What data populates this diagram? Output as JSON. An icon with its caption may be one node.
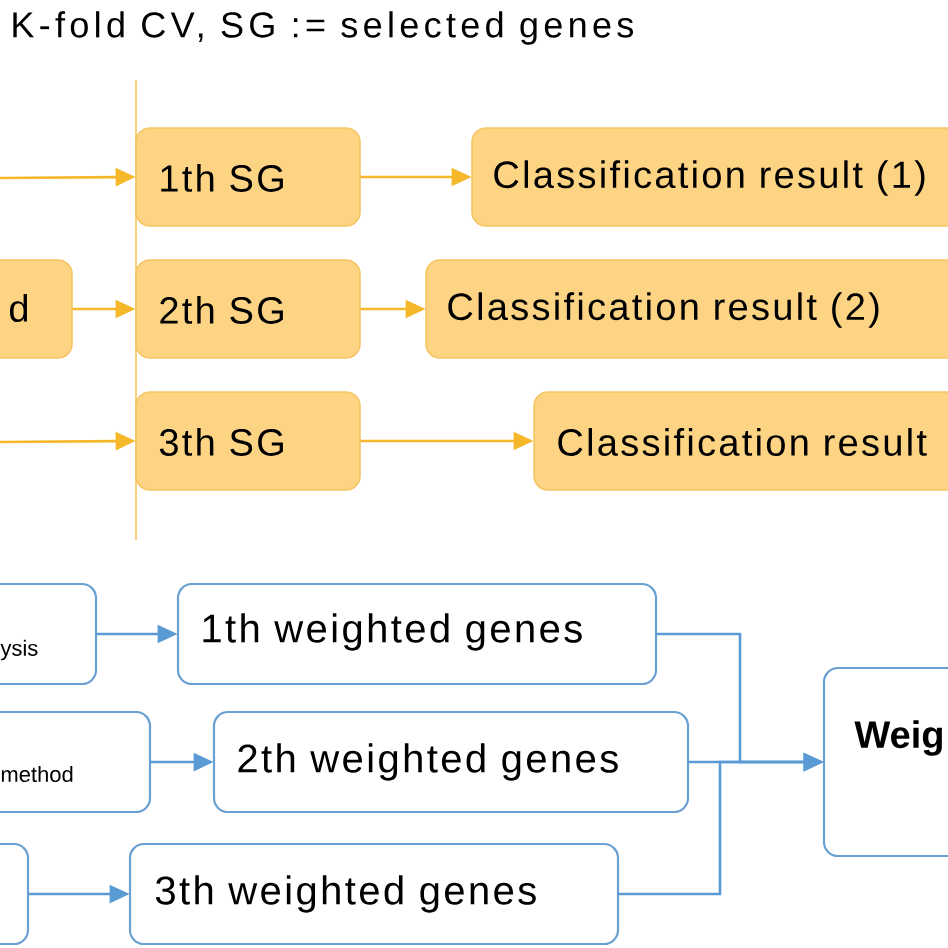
{
  "diagram": {
    "nodes": [
      {
        "text": [
          "d"
        ]
      },
      {
        "text": [
          "1th SG"
        ]
      },
      {
        "text": [
          "2th SG"
        ]
      },
      {
        "text": [
          "3th SG"
        ]
      },
      {
        "text": [
          "Classification result (1)"
        ]
      },
      {
        "text": [
          "Classification result (2)"
        ]
      },
      {
        "text": [
          "Classification result"
        ]
      },
      {
        "text": [
          "ysis"
        ]
      },
      {
        "text": [
          "method"
        ]
      },
      {
        "text": [],
        "shape": "box"
      },
      {
        "text": [
          "1th weighted genes"
        ]
      },
      {
        "text": [
          "2th weighted genes"
        ]
      },
      {
        "text": [
          "3th weighted genes"
        ]
      },
      {
        "text": [
          "Weig"
        ]
      }
    ],
    "edges": [
      {
        "from": null,
        "to": 1,
        "arrow": "to",
        "color": "#f5b82a"
      },
      {
        "from": 0,
        "to": 2,
        "arrow": "to",
        "color": "#f5b82a"
      },
      {
        "from": null,
        "to": 3,
        "arrow": "to",
        "color": "#f5b82a"
      },
      {
        "from": 1,
        "to": 4,
        "arrow": "to",
        "color": "#f5b82a"
      },
      {
        "from": 2,
        "to": 5,
        "arrow": "to",
        "color": "#f5b82a"
      },
      {
        "from": 3,
        "to": 6,
        "arrow": "to",
        "color": "#f5b82a"
      },
      {
        "from": 7,
        "to": 10,
        "arrow": "to",
        "color": "#5b9bd5"
      },
      {
        "from": 8,
        "to": 11,
        "arrow": "to",
        "color": "#5b9bd5"
      },
      {
        "from": 9,
        "to": 12,
        "arrow": "to",
        "color": "#5b9bd5"
      },
      {
        "from": 10,
        "to": 13,
        "arrow": "to",
        "color": "#5b9bd5"
      },
      {
        "from": 11,
        "to": 13,
        "arrow": "to",
        "color": "#5b9bd5"
      },
      {
        "from": 12,
        "to": 13,
        "arrow": "to",
        "color": "#5b9bd5"
      }
    ],
    "labels": [
      "K-fold CV, SG := selected genes"
    ]
  }
}
